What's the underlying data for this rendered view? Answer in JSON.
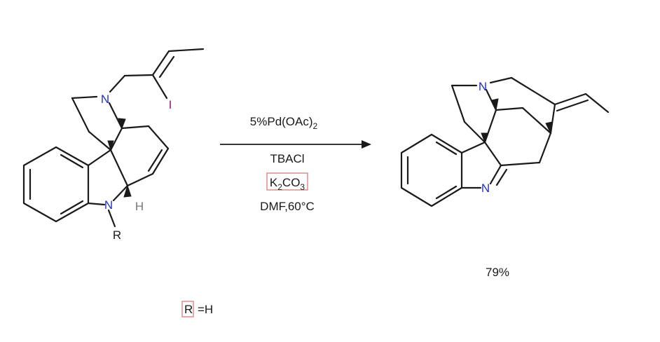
{
  "reactant": {
    "n_amine": "N",
    "iodine": "I",
    "n_indoline": "N",
    "h_label": "H",
    "r_label": "R"
  },
  "conditions": {
    "catalyst": "5%Pd(OAc)",
    "catalyst_sub": "2",
    "additive": "TBACl",
    "base_main": "K",
    "base_sub1": "2",
    "base_mid": "CO",
    "base_sub2": "3",
    "solvent_temp": "DMF,60°C"
  },
  "product": {
    "n_amine": "N",
    "n_imine": "N"
  },
  "yield": "79%",
  "substituent_note": {
    "r_label": "R",
    "value": "=H"
  }
}
